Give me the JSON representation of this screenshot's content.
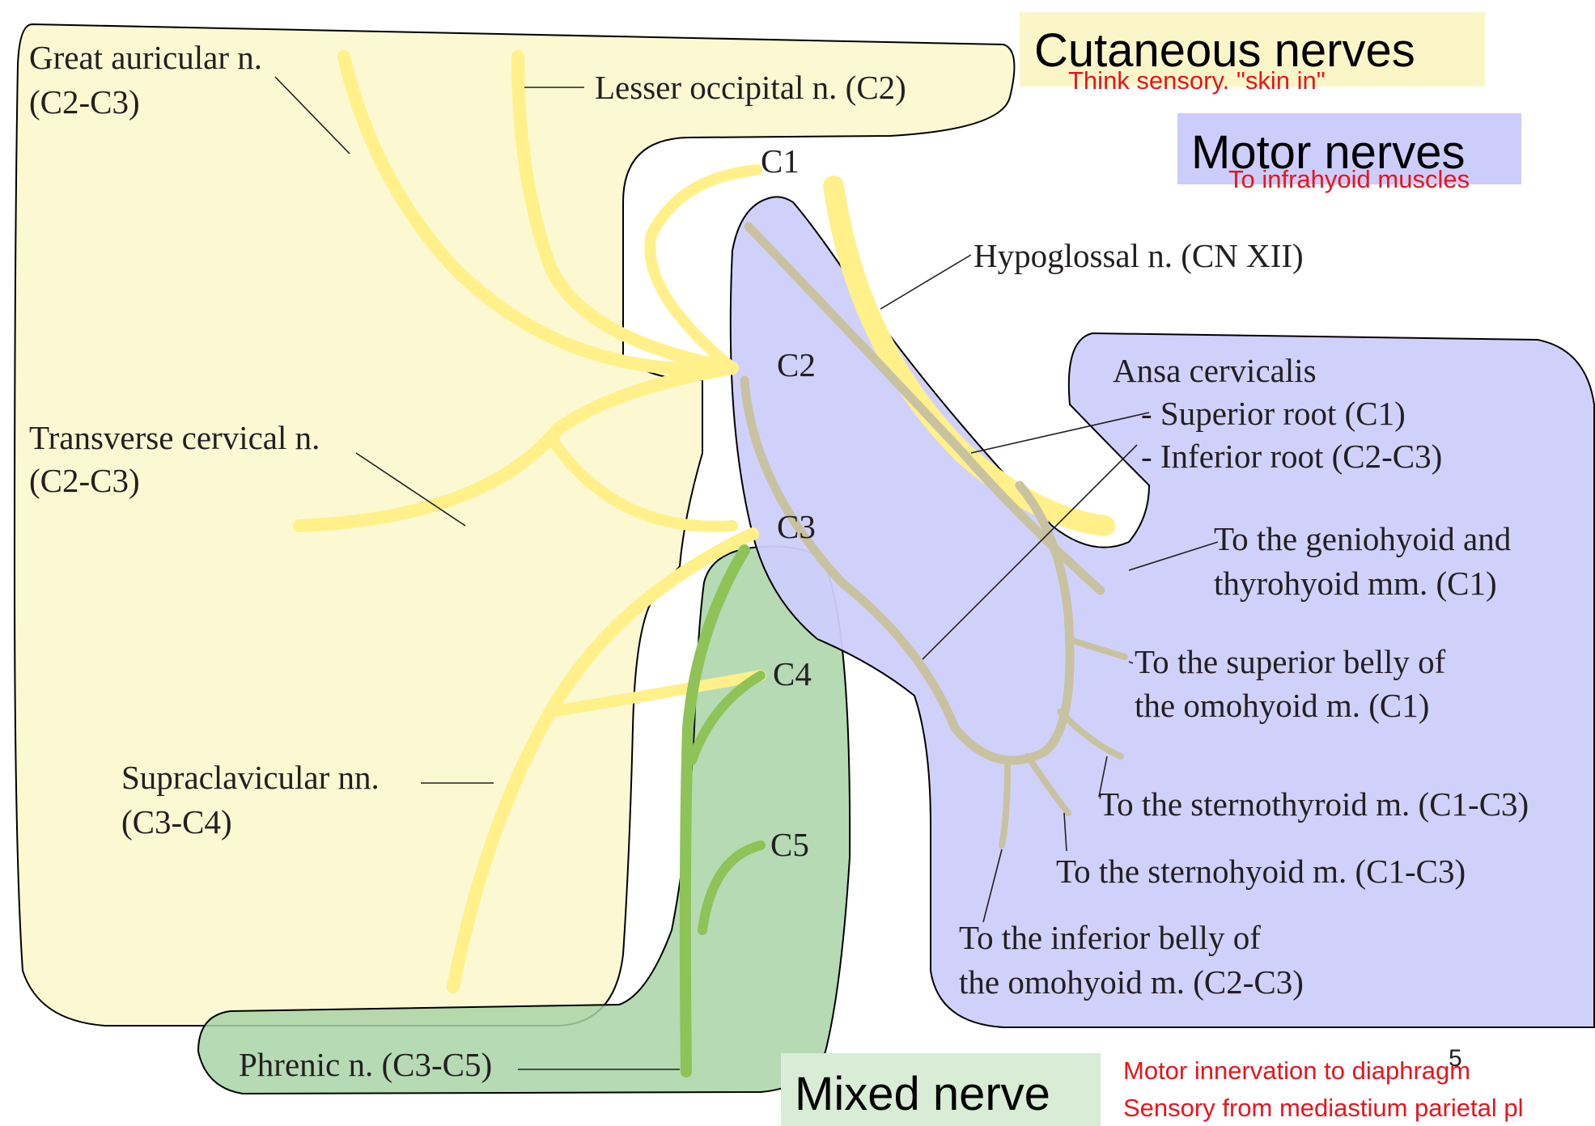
{
  "legend": {
    "cutaneous": {
      "title": "Cutaneous nerves",
      "note": "Think sensory. \"skin in\"",
      "color": "#fbf6c8"
    },
    "motor": {
      "title": "Motor nerves",
      "note": "To infrahyoid muscles",
      "color": "#cccdfb"
    },
    "mixed": {
      "title": "Mixed nerve",
      "color": "#d8ecd6"
    }
  },
  "region_colors": {
    "cutaneous": "#fbf8d2",
    "motor": "#cdcffb",
    "mixed": "#a8d3a7",
    "note_red": "#e8141b"
  },
  "labels": {
    "great_auricular_1": "Great auricular n.",
    "great_auricular_2": "(C2-C3)",
    "lesser_occipital": "Lesser occipital n. (C2)",
    "c1": "C1",
    "c2": "C2",
    "c3": "C3",
    "c4": "C4",
    "c5": "C5",
    "hypoglossal": "Hypoglossal n. (CN XII)",
    "ansa_title": "Ansa cervicalis",
    "superior_root": "- Superior root (C1)",
    "inferior_root": "- Inferior root (C2-C3)",
    "geniohyoid_1": "To the geniohyoid and",
    "geniohyoid_2": "thyrohyoid mm. (C1)",
    "omohyoid_sup_1": "To the superior belly of",
    "omohyoid_sup_2": "the omohyoid m. (C1)",
    "sternothyroid": "To the sternothyroid m. (C1-C3)",
    "sternohyoid": "To the sternohyoid m. (C1-C3)",
    "omohyoid_inf_1": "To the inferior belly of",
    "omohyoid_inf_2": "the omohyoid m. (C2-C3)",
    "transverse_cervical_1": "Transverse cervical n.",
    "transverse_cervical_2": "(C2-C3)",
    "supraclavicular_1": "Supraclavicular nn.",
    "supraclavicular_2": "(C3-C4)",
    "phrenic": "Phrenic n. (C3-C5)"
  },
  "mixed_notes": {
    "line1": "Motor innervation to diaphragm",
    "line2": "Sensory from mediastium parietal pl"
  },
  "slide_number": "5"
}
